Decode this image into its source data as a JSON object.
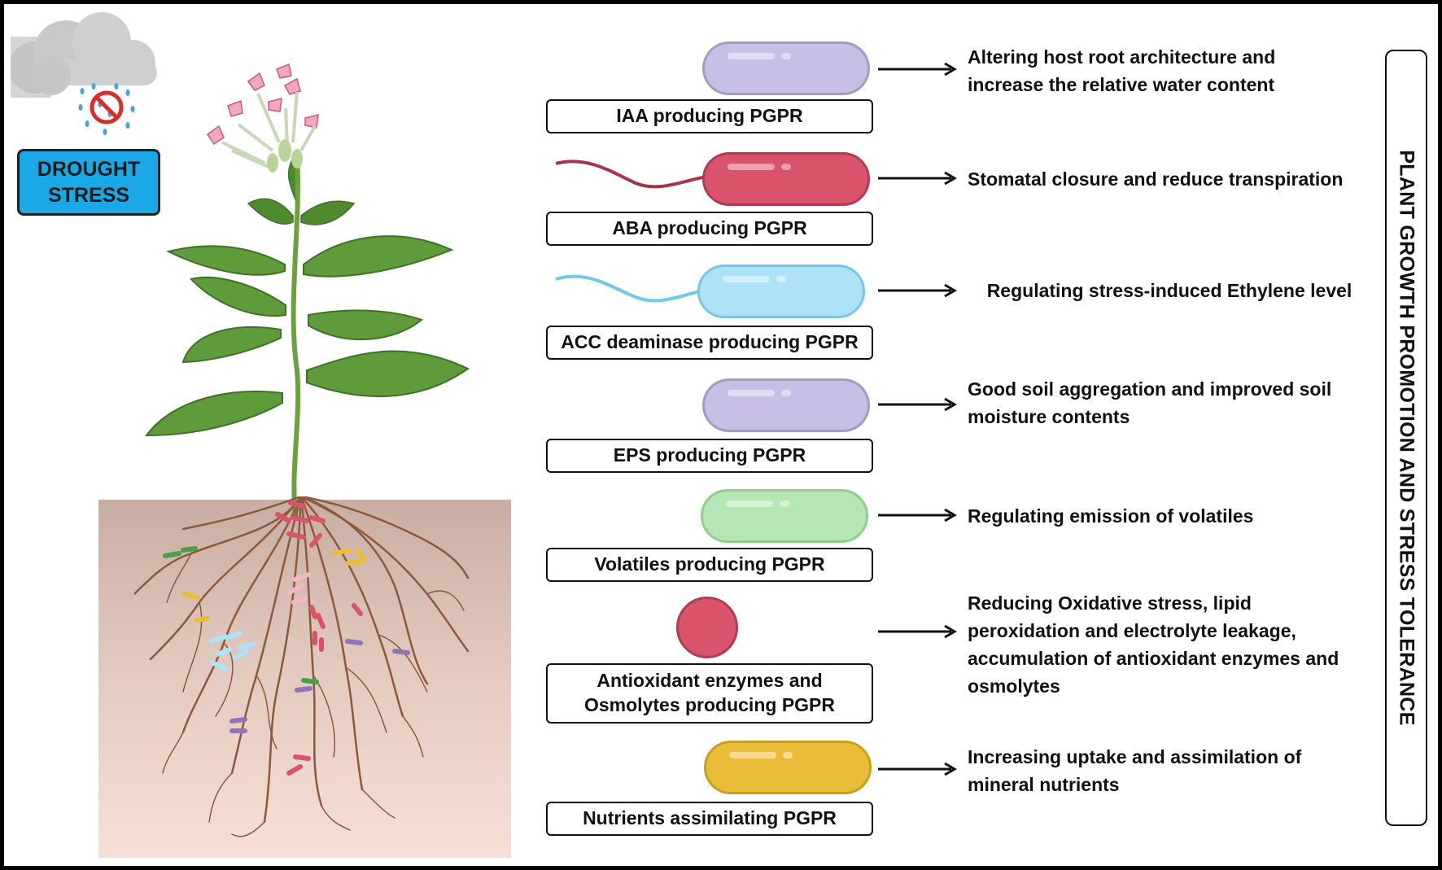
{
  "badge": {
    "line1": "DROUGHT",
    "line2": "STRESS"
  },
  "icons": [
    "cloud-icon",
    "no-rain-icon",
    "plant-illustration",
    "root-illustration",
    "bacterium-icon"
  ],
  "rows": [
    {
      "id": "iaa",
      "label": "IAA producing PGPR",
      "color": "#c7bfe6",
      "effect_lines": [
        "Altering host root architecture and",
        "increase the relative water content"
      ]
    },
    {
      "id": "aba",
      "label": "ABA producing PGPR",
      "color": "#d9536a",
      "effect_lines": [
        "Stomatal closure and reduce transpiration"
      ]
    },
    {
      "id": "acc",
      "label": "ACC deaminase producing PGPR",
      "color": "#aee2f7",
      "effect_lines": [
        "Regulating stress-induced Ethylene level"
      ]
    },
    {
      "id": "eps",
      "label": "EPS producing PGPR",
      "color": "#c7bfe6",
      "effect_lines": [
        "Good soil aggregation and improved soil",
        "moisture contents"
      ]
    },
    {
      "id": "volatiles",
      "label": "Volatiles producing PGPR",
      "color": "#b6e6b5",
      "effect_lines": [
        "Regulating emission of volatiles"
      ]
    },
    {
      "id": "antioxidant",
      "label_lines": [
        "Antioxidant enzymes and",
        "Osmolytes producing PGPR"
      ],
      "color": "#d9536a",
      "effect_lines": [
        "Reducing Oxidative stress, lipid",
        "peroxidation and electrolyte leakage,",
        "accumulation of antioxidant enzymes and",
        "osmolytes"
      ]
    },
    {
      "id": "nutrients",
      "label": "Nutrients assimilating PGPR",
      "color": "#e9bd3a",
      "effect_lines": [
        "Increasing uptake and assimilation of",
        "mineral nutrients"
      ]
    }
  ],
  "side_title": "PLANT GROWTH PROMOTION AND STRESS TOLERANCE"
}
